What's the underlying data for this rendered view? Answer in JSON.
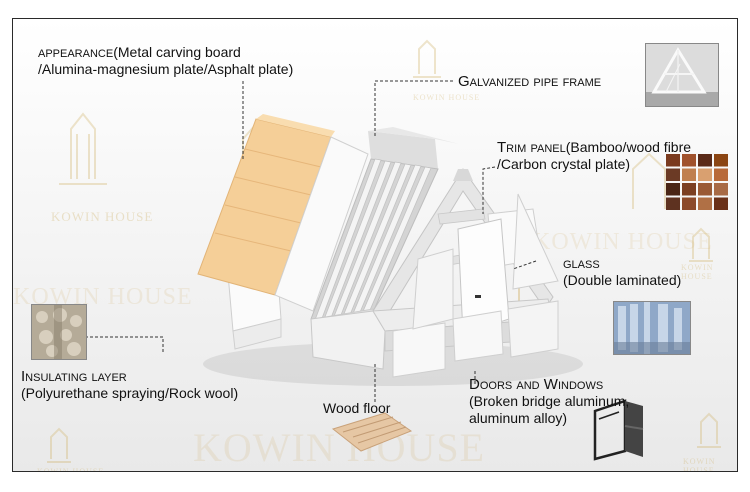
{
  "brand": {
    "watermark": "KOWIN HOUSE"
  },
  "labels": {
    "appearance": {
      "head": "appearance",
      "l1": "(Metal carving board",
      "l2": "/Alumina-magnesium plate/Asphalt plate)"
    },
    "frame": {
      "head": "Galvanized pipe frame"
    },
    "trim": {
      "head": "Trim panel",
      "l1": "(Bamboo/wood fibre",
      "l2": "/Carbon crystal plate)"
    },
    "glass": {
      "head": "glass",
      "l2": "(Double laminated)"
    },
    "insulating": {
      "head": "Insulating layer",
      "l2": "(Polyurethane spraying/Rock wool)"
    },
    "floor": {
      "head": "Wood floor"
    },
    "doors": {
      "head": "Doors and Windows",
      "l2": "(Broken bridge aluminum,",
      "l3": "aluminum alloy)"
    }
  },
  "swatch_colors": [
    "#7a3a1e",
    "#a0522d",
    "#5a2a18",
    "#8b4513",
    "#6b3a25",
    "#c08050",
    "#d9a070",
    "#b86a3a",
    "#4a2515",
    "#7b3f22",
    "#9a5a35",
    "#a86a45",
    "#5e3220",
    "#8c4a2a",
    "#b07045",
    "#6a3018"
  ],
  "colors": {
    "roof_panel": "#f5cf98",
    "frame": "#d9d9d9",
    "text": "#111111",
    "border": "#2a2a2a",
    "leader": "#333333"
  }
}
